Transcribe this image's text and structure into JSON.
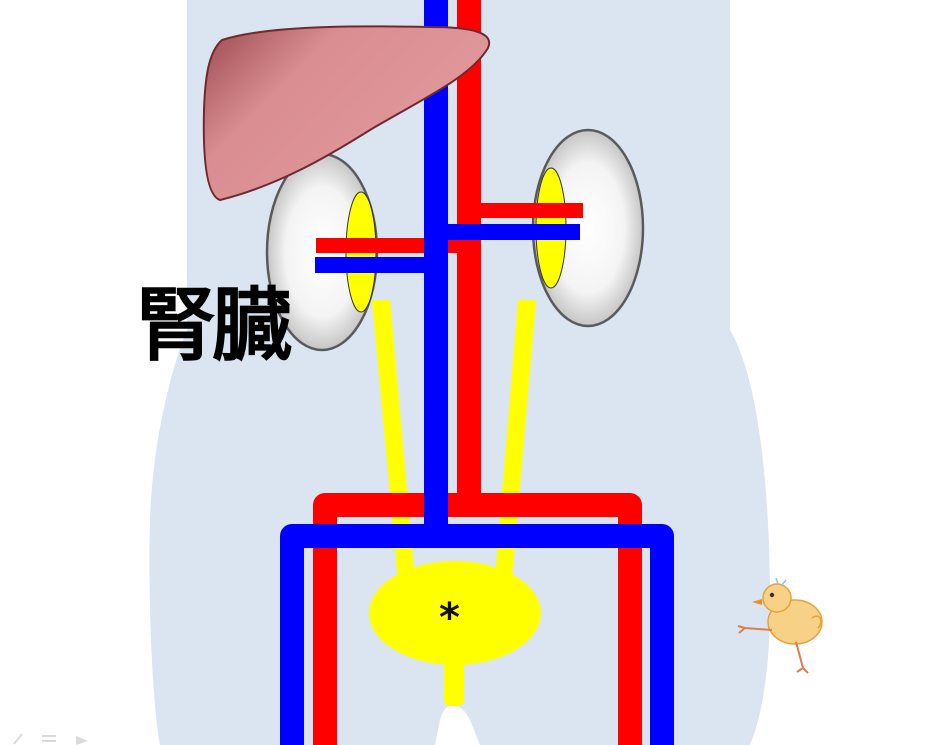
{
  "labels": {
    "kidney": "腎臓",
    "bladder_marker": "*"
  },
  "icons": {
    "liver": "liver-illustration",
    "chick": "chick-illustration",
    "slide_controls": [
      "pen-icon",
      "menu-icon",
      "next-arrow-icon"
    ]
  },
  "colors": {
    "body": "#dbe5f1",
    "artery": "#ff0000",
    "vein": "#0000ff",
    "ureter_bladder": "#ffff00",
    "liver": "#d9878a",
    "kidney": "#e4e4e4"
  }
}
